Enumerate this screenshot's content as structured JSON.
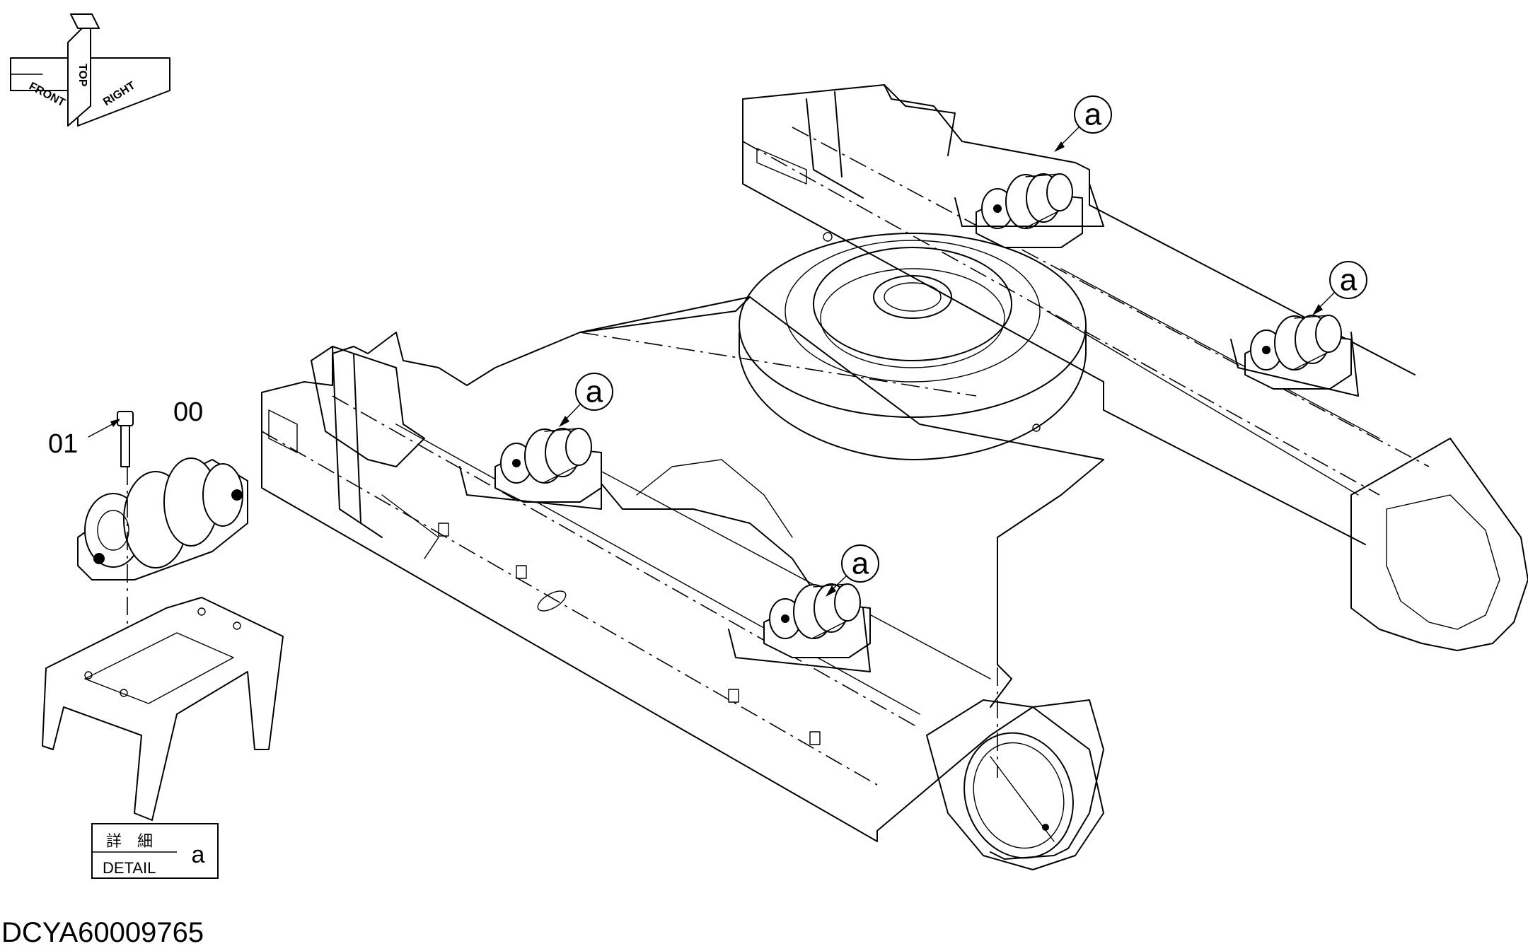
{
  "orientation": {
    "front": "FRONT",
    "top": "TOP",
    "right": "RIGHT"
  },
  "callouts": {
    "detail_ref": "a"
  },
  "parts": {
    "roller": "00",
    "bolt": "01"
  },
  "detail_box": {
    "japanese": "詳　細",
    "english": "DETAIL",
    "ref": "a"
  },
  "drawing_id": "DCYA60009765"
}
